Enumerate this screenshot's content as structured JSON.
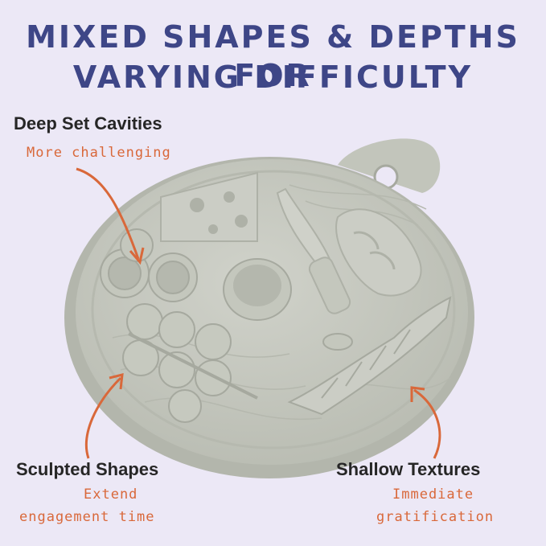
{
  "headline": {
    "line1": "MIXED SHAPES & DEPTHS FOR",
    "line2": "VARYING DIFFICULTY"
  },
  "callouts": {
    "deep": {
      "title": "Deep Set Cavities",
      "subtitle": "More challenging"
    },
    "sculpted": {
      "title": "Sculpted Shapes",
      "subtitle_line1": "Extend",
      "subtitle_line2": "engagement time"
    },
    "shallow": {
      "title": "Shallow Textures",
      "subtitle_line1": "Immediate",
      "subtitle_line2": "gratification"
    }
  },
  "colors": {
    "background": "#ece8f6",
    "headline": "#3e4687",
    "accent": "#d9683a",
    "mat": "#c6c8bf"
  }
}
